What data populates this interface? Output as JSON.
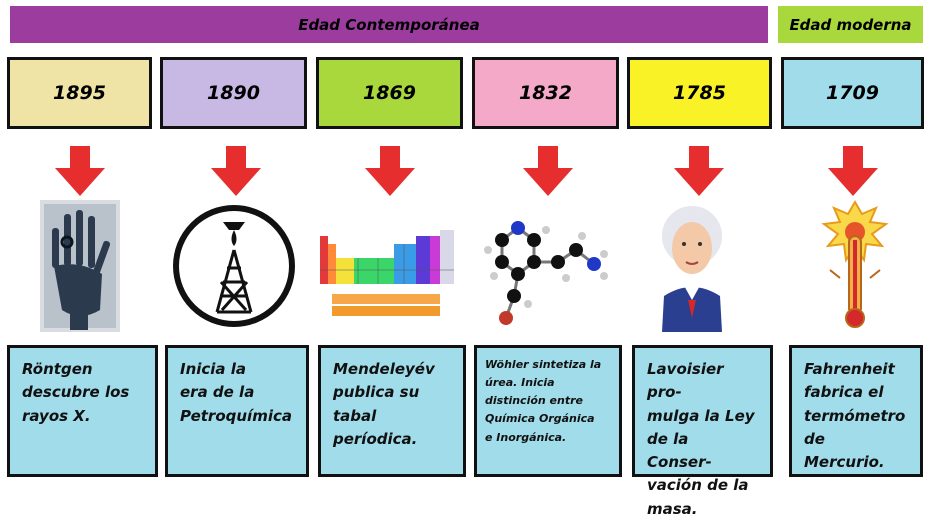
{
  "eras": {
    "contemporanea": "Edad Contemporánea",
    "moderna": "Edad moderna"
  },
  "events": [
    {
      "year": "1895",
      "color": "#efe4a6",
      "image": "x-ray-hand-icon",
      "text": "Röntgen\ndescubre los\nrayos X."
    },
    {
      "year": "1890",
      "color": "#c8b8e4",
      "image": "oil-derrick-icon",
      "text": "Inicia la\nera de la\nPetroquímica"
    },
    {
      "year": "1869",
      "color": "#a8d83b",
      "image": "periodic-table-icon",
      "text": "Mendeleyév\npublica su\ntabal\nperíodica."
    },
    {
      "year": "1832",
      "color": "#f4a9c8",
      "image": "urea-molecule-icon",
      "text": "Wöhler sintetiza la\núrea. Inicia\ndistinción entre\nQuímica Orgánica\ne Inorgánica."
    },
    {
      "year": "1785",
      "color": "#f8f226",
      "image": "lavoisier-portrait-icon",
      "text": "Lavoisier pro-\nmulga la Ley\nde la Conser-\nvación de la\nmasa."
    },
    {
      "year": "1709",
      "color": "#a0dcea",
      "image": "thermometer-icon",
      "text": "Fahrenheit\nfabrica el\ntermómetro\nde Mercurio."
    }
  ],
  "colors": {
    "arrow": "#e62e2e",
    "desc_bg": "#a0dcea",
    "era_contemporanea": "#9b3c9e",
    "era_moderna": "#a8d83b"
  }
}
